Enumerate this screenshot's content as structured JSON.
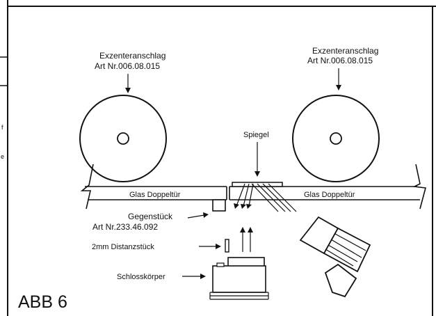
{
  "figure_label": "ABB 6",
  "left_eccentric": {
    "title": "Exzenteranschlag",
    "article": "Art Nr.006.08.015"
  },
  "right_eccentric": {
    "title": "Exzenteranschlag",
    "article": "Art Nr.006.08.015"
  },
  "mirror_label": "Spiegel",
  "left_door_label": "Glas Doppeltür",
  "right_door_label": "Glas Doppeltür",
  "counterpart": {
    "title": "Gegenstück",
    "article": "Art Nr.233.46.092"
  },
  "spacer_label": "2mm Distanzstück",
  "lock_body_label": "Schlosskörper",
  "margin_text": {
    "top": "f",
    "bottom": "e"
  }
}
